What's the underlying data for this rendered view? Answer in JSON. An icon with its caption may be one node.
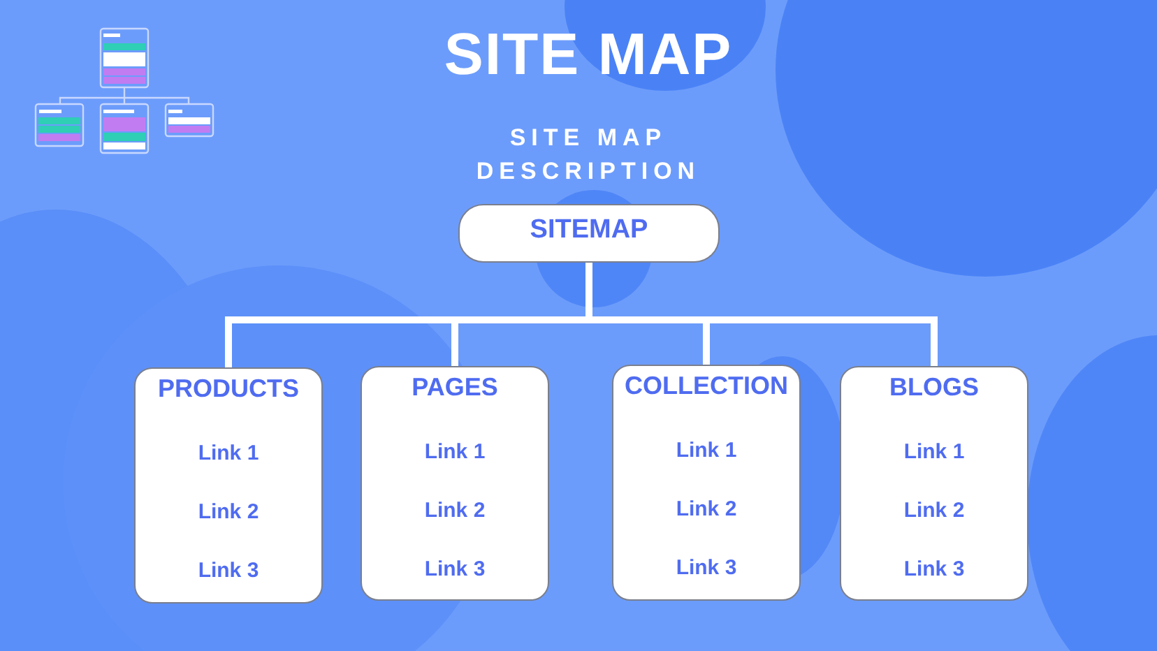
{
  "diagram": {
    "title": "SITE MAP",
    "nodes": [
      {
        "text": [
          "SITEMAP"
        ]
      },
      {
        "text": [
          "PRODUCTS",
          "Link 1",
          "Link 2",
          "Link 3"
        ]
      },
      {
        "text": [
          "PAGES",
          "Link 1",
          "Link 2",
          "Link 3"
        ]
      },
      {
        "text": [
          "COLLECTION",
          "Link 1",
          "Link 2",
          "Link 3"
        ]
      },
      {
        "text": [
          "BLOGS",
          "Link 1",
          "Link 2",
          "Link 3"
        ]
      }
    ],
    "edges": [
      {
        "from": 0,
        "to": 1,
        "arrow": "none"
      },
      {
        "from": 0,
        "to": 2,
        "arrow": "none"
      },
      {
        "from": 0,
        "to": 3,
        "arrow": "none"
      },
      {
        "from": 0,
        "to": 4,
        "arrow": "none"
      }
    ],
    "labels": [
      "SITE MAP DESCRIPTION"
    ]
  }
}
